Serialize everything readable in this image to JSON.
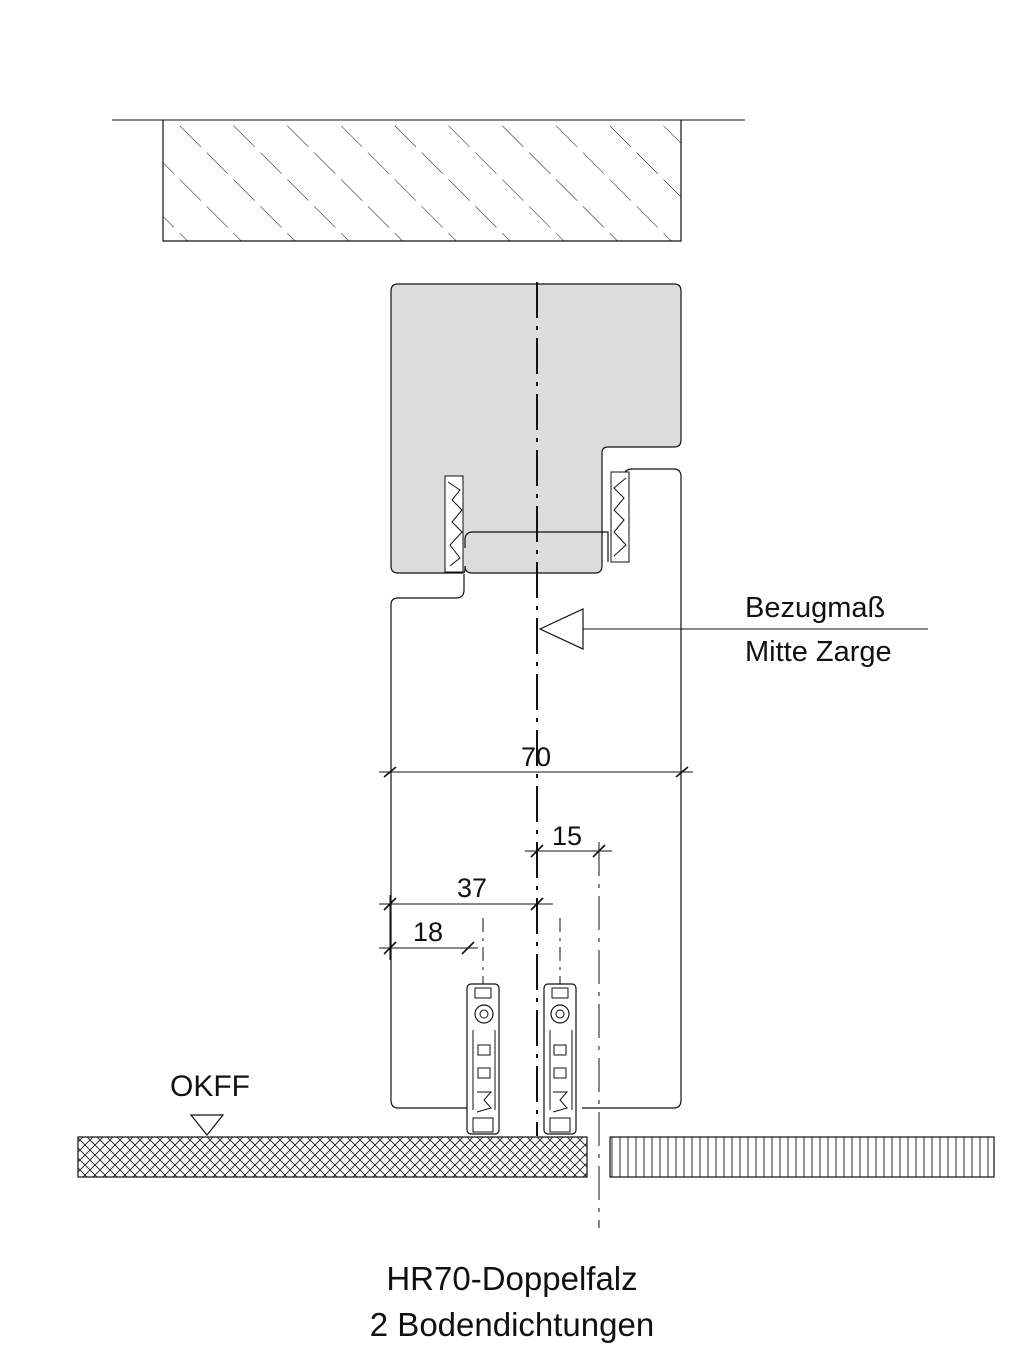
{
  "reference": {
    "line1": "Bezugmaß",
    "line2": "Mitte Zarge"
  },
  "dimensions": {
    "total": "70",
    "seal_offset": "15",
    "left_to_center": "37",
    "left_to_first_seal": "18"
  },
  "floor_label": "OKFF",
  "caption": {
    "line1": "HR70-Doppelfalz",
    "line2": "2 Bodendichtungen"
  },
  "colors": {
    "frame_fill": "#dcdcdc",
    "line": "#111111",
    "background": "#ffffff"
  }
}
